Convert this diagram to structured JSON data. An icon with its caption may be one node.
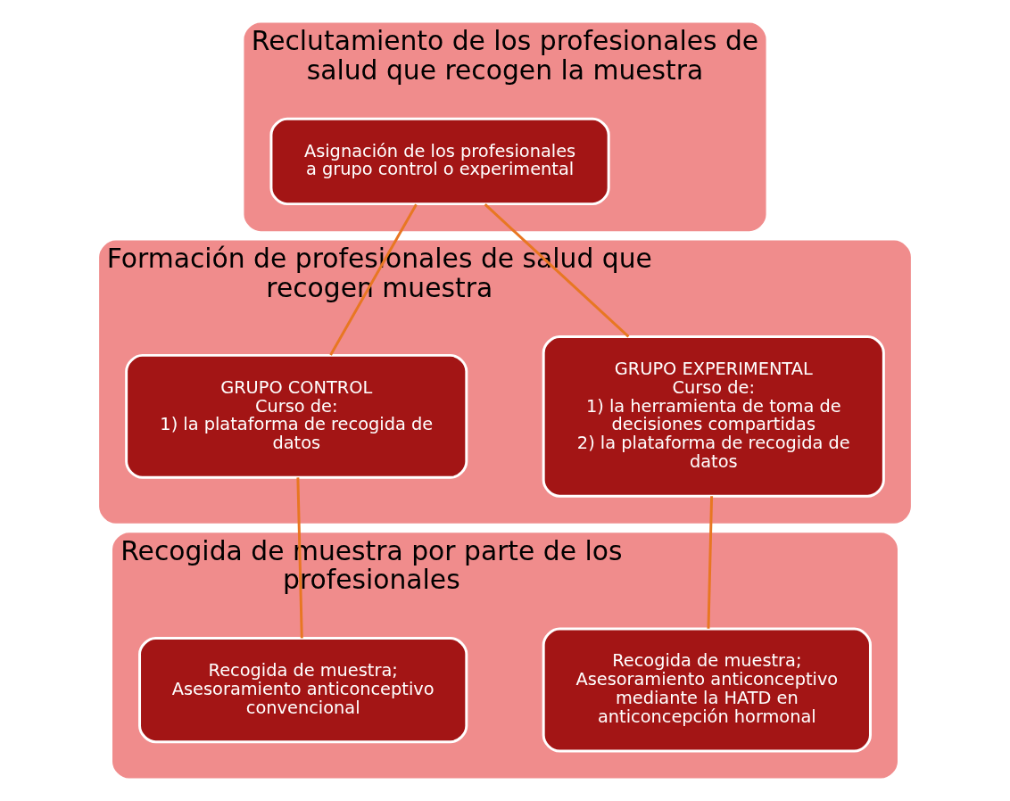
{
  "diagram": {
    "nodes": [
      {
        "text": [
          "Reclutamiento de los profesionales de salud que recogen la muestra"
        ]
      },
      {
        "text": [
          "Asignación de los profesionales a grupo control o experimental"
        ],
        "in": 0
      },
      {
        "text": [
          "Formación de profesionales de salud que recogen muestra"
        ]
      },
      {
        "text": [
          "GRUPO EXPERIMENTAL",
          "Curso de:",
          "1) la herramienta de toma de decisiones compartidas",
          "2) la plataforma de recogida de datos"
        ],
        "in": 2
      },
      {
        "text": [
          "GRUPO CONTROL",
          "Curso de:",
          "1) la plataforma de recogida de datos"
        ],
        "in": 2
      },
      {
        "text": [
          "Recogida de muestra por parte de los profesionales"
        ]
      },
      {
        "text": [
          "Recogida de muestra; Asesoramiento anticonceptivo mediante la HATD en anticoncepción hormonal"
        ],
        "in": 5
      },
      {
        "text": [
          "Recogida de muestra; Asesoramiento anticonceptivo convencional"
        ],
        "in": 5
      }
    ],
    "edges": [
      {
        "from": 1,
        "to": 3,
        "arrow": "none"
      },
      {
        "from": 1,
        "to": 4,
        "arrow": "none"
      },
      {
        "from": 3,
        "to": 6,
        "arrow": "none"
      },
      {
        "from": 4,
        "to": 7,
        "arrow": "none"
      }
    ]
  }
}
